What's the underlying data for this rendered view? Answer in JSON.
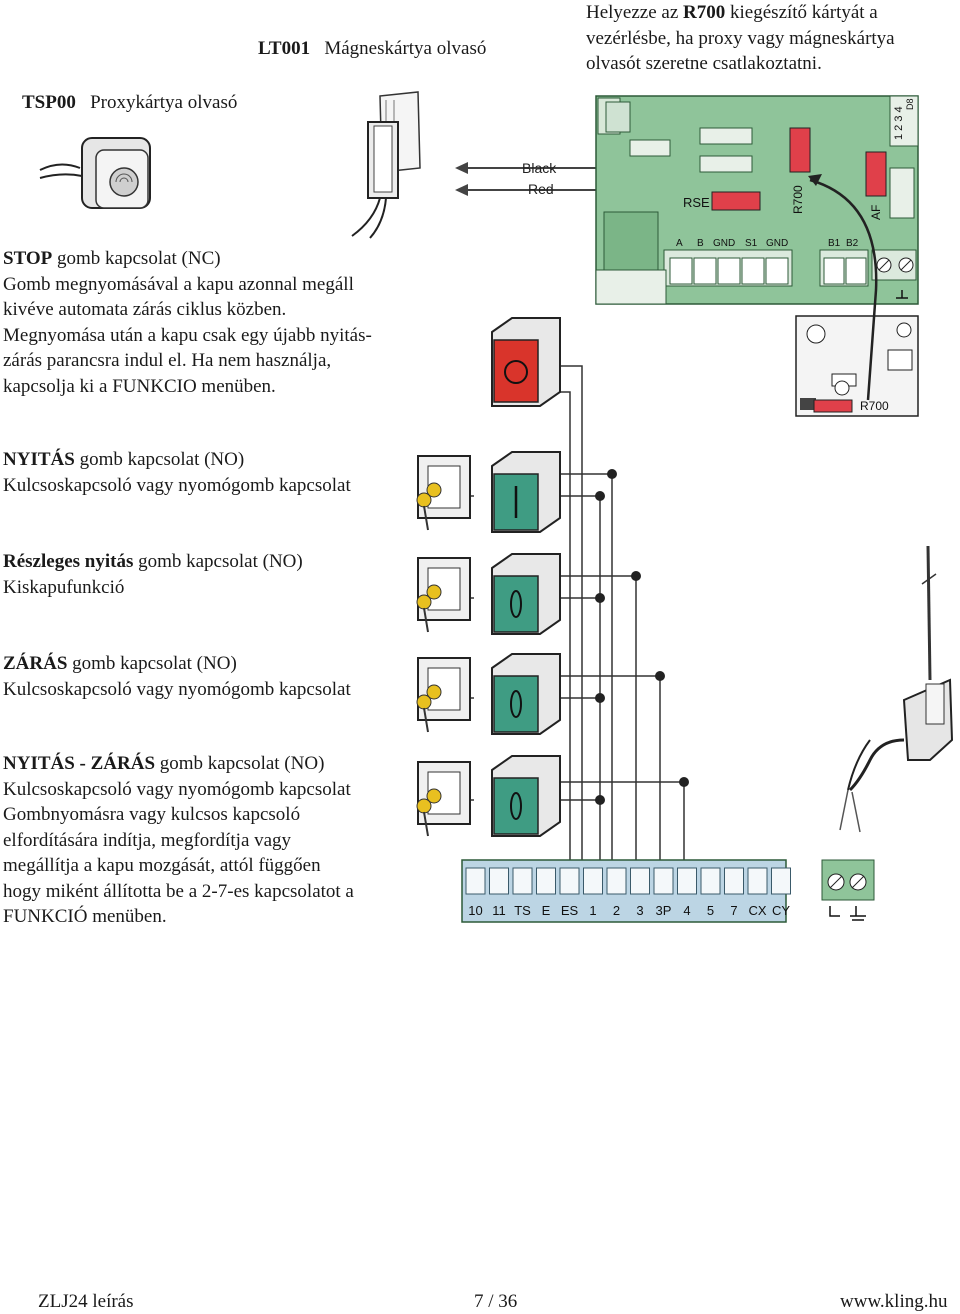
{
  "header": {
    "lt001_code": "LT001",
    "lt001_name": "Mágneskártya olvasó",
    "tsp00_code": "TSP00",
    "tsp00_name": "Proxykártya olvasó",
    "note_prefix": "Helyezze az ",
    "note_bold": "R700",
    "note_suffix": " kiegészítő kártyát a",
    "note_line2": "vezérlésbe, ha proxy vagy mágneskártya",
    "note_line3": "olvasót szeretne csatlakoztatni."
  },
  "wire_labels": {
    "black": "Black",
    "red": "Red"
  },
  "board_labels": {
    "rse": "RSE",
    "r700_vertical": "R700",
    "af": "AF",
    "dip_numbers": "1 2 3 4",
    "db": "D8",
    "pins_left": [
      "A",
      "B",
      "GND",
      "S1",
      "GND"
    ],
    "pins_right": [
      "B1",
      "B2"
    ],
    "r700_card": "R700"
  },
  "sections": {
    "stop": {
      "bold": "STOP",
      "title_rest": " gomb kapcsolat (NC)",
      "lines": [
        "Gomb megnyomásával a kapu azonnal megáll",
        "kivéve automata zárás ciklus közben.",
        "Megnyomása után a kapu csak egy újabb nyitás-",
        "zárás parancsra indul el.  Ha nem használja,",
        "kapcsolja ki a FUNKCIO menüben."
      ]
    },
    "open": {
      "bold": "NYITÁS",
      "title_rest": " gomb kapcsolat (NO)",
      "lines": [
        "Kulcsoskapcsoló vagy nyomógomb kapcsolat"
      ]
    },
    "partial": {
      "bold": "Részleges nyitás",
      "title_rest": " gomb kapcsolat (NO)",
      "lines": [
        "Kiskapufunkció"
      ]
    },
    "close": {
      "bold": "ZÁRÁS",
      "title_rest": " gomb kapcsolat (NO)",
      "lines": [
        "Kulcsoskapcsoló vagy nyomógomb kapcsolat"
      ]
    },
    "open_close": {
      "bold": "NYITÁS - ZÁRÁS",
      "title_rest": " gomb kapcsolat (NO)",
      "lines": [
        "Kulcsoskapcsoló vagy nyomógomb kapcsolat",
        "Gombnyomásra vagy kulcsos kapcsoló",
        "elfordítására indítja, megfordítja vagy",
        "megállítja a kapu mozgását, attól függően",
        "hogy miként állította be a 2-7-es kapcsolatot a",
        "FUNKCIÓ menüben."
      ]
    }
  },
  "terminal_labels": [
    "10",
    "11",
    "TS",
    "E",
    "ES",
    "1",
    "2",
    "3",
    "3P",
    "4",
    "5",
    "7",
    "CX",
    "CY"
  ],
  "footer": {
    "left": "ZLJ24 leírás",
    "center": "7 / 36",
    "right": "www.kling.hu"
  },
  "colors": {
    "board_green": "#8fc49a",
    "board_dark": "#2d5a38",
    "stop_red": "#d9342b",
    "button_teal": "#3f9c83",
    "key_yellow": "#e8c020",
    "connector_red": "#e0404a",
    "terminal_blue": "#bcd5e4"
  }
}
